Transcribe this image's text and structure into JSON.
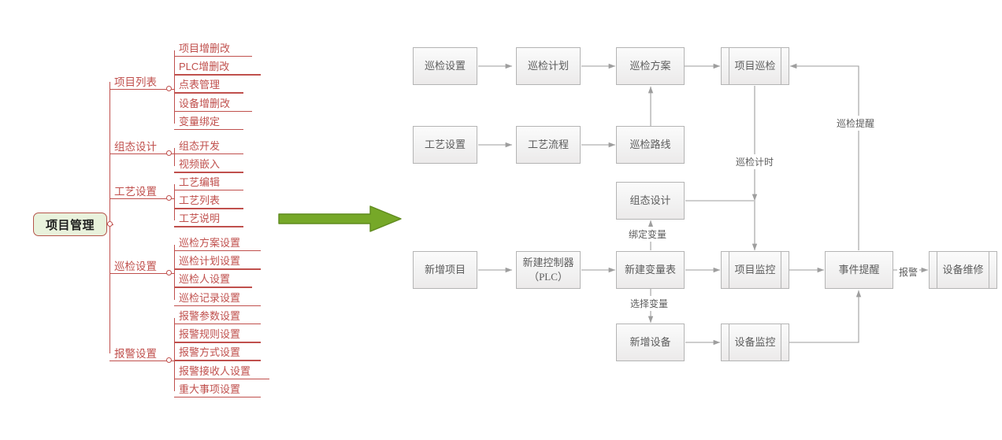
{
  "mindmap": {
    "root": {
      "label": "项目管理"
    },
    "branches": [
      {
        "label": "项目列表",
        "children": [
          "项目增删改",
          "PLC增删改",
          "点表管理",
          "设备增删改",
          "变量绑定"
        ]
      },
      {
        "label": "组态设计",
        "children": [
          "组态开发",
          "视频嵌入"
        ]
      },
      {
        "label": "工艺设置",
        "children": [
          "工艺编辑",
          "工艺列表",
          "工艺说明"
        ]
      },
      {
        "label": "巡检设置",
        "children": [
          "巡检方案设置",
          "巡检计划设置",
          "巡检人设置",
          "巡检记录设置"
        ]
      },
      {
        "label": "报警设置",
        "children": [
          "报警参数设置",
          "报警规则设置",
          "报警方式设置",
          "报警接收人设置",
          "重大事项设置"
        ]
      }
    ],
    "colors": {
      "node_fill": "#e9f2dc",
      "line": "#c0504d",
      "text": "#c0504d",
      "root_text": "#1d1d1d"
    }
  },
  "transition_arrow": {
    "name": "green-right-arrow",
    "color": "#76a828"
  },
  "flowchart": {
    "colors": {
      "box_border": "#b4b4b4",
      "box_fill": "#f2f2f2",
      "text": "#5c5c5c",
      "wire": "#9e9e9e"
    },
    "nodes": [
      {
        "id": "n1",
        "label": "巡检设置",
        "shape": "process"
      },
      {
        "id": "n2",
        "label": "巡检计划",
        "shape": "process"
      },
      {
        "id": "n3",
        "label": "巡检方案",
        "shape": "process"
      },
      {
        "id": "n4",
        "label": "项目巡检",
        "shape": "predefined-process"
      },
      {
        "id": "n5",
        "label": "工艺设置",
        "shape": "process"
      },
      {
        "id": "n6",
        "label": "工艺流程",
        "shape": "process"
      },
      {
        "id": "n7",
        "label": "巡检路线",
        "shape": "process"
      },
      {
        "id": "n8",
        "label": "组态设计",
        "shape": "process"
      },
      {
        "id": "n9",
        "label": "新增项目",
        "shape": "process"
      },
      {
        "id": "n10",
        "label": "新建控制器\n（PLC）",
        "shape": "process"
      },
      {
        "id": "n11",
        "label": "新建变量表",
        "shape": "process"
      },
      {
        "id": "n12",
        "label": "项目监控",
        "shape": "predefined-process"
      },
      {
        "id": "n13",
        "label": "事件提醒",
        "shape": "process"
      },
      {
        "id": "n14",
        "label": "设备维修",
        "shape": "predefined-process"
      },
      {
        "id": "n15",
        "label": "新增设备",
        "shape": "process"
      },
      {
        "id": "n16",
        "label": "设备监控",
        "shape": "predefined-process"
      }
    ],
    "edge_labels": [
      {
        "id": "e1",
        "label": "巡检计时"
      },
      {
        "id": "e2",
        "label": "巡检提醒"
      },
      {
        "id": "e3",
        "label": "绑定变量"
      },
      {
        "id": "e4",
        "label": "选择变量"
      },
      {
        "id": "e5",
        "label": "报警"
      }
    ]
  }
}
